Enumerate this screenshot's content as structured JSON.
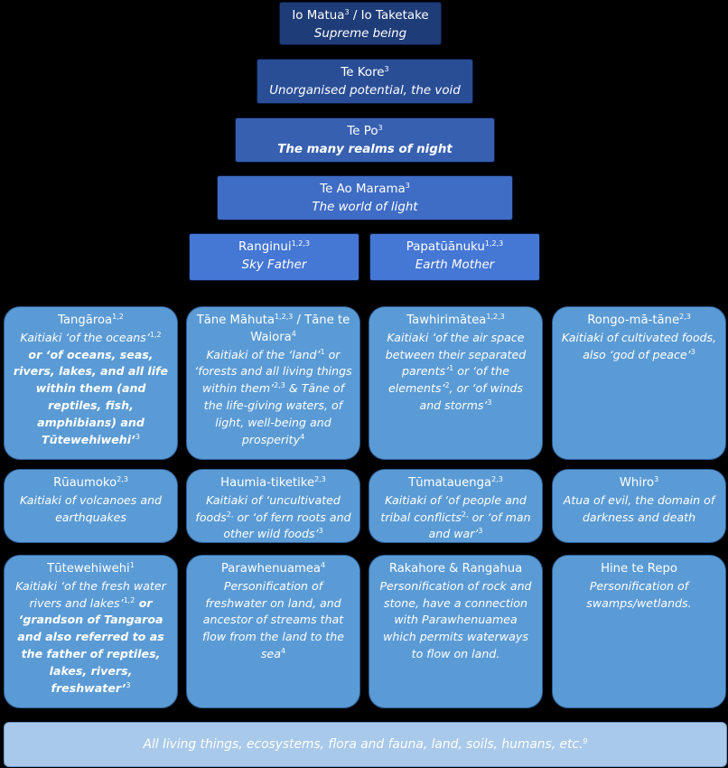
{
  "tiers": {
    "io": {
      "name": "Io Matua",
      "sup": "3",
      "name_tail": " / Io Taketake",
      "desc": "Supreme being"
    },
    "te_kore": {
      "name": "Te Kore",
      "sup": "3",
      "desc": "Unorganised potential, the void"
    },
    "te_po": {
      "name": "Te Po",
      "sup": "3",
      "desc": "The many realms of night"
    },
    "te_ao": {
      "name": "Te Ao Marama",
      "sup": "3",
      "desc": "The world of light"
    },
    "ranginui": {
      "name": "Ranginui",
      "sup": "1,2,3",
      "desc": "Sky Father"
    },
    "papatuanuku": {
      "name": "Papatūānuku",
      "sup": "1,2,3",
      "desc": "Earth Mother"
    }
  },
  "cards": {
    "tangaroa": {
      "name": "Tangāroa",
      "sup": "1,2",
      "d1": "Kaitiaki ‘of the oceans’",
      "d1_sup": "1,2",
      "d2": " or ‘of oceans, seas, rivers, lakes, and all life within them (and reptiles, fish, amphibians) and Tūtewehiwehi’",
      "d2_sup": "3"
    },
    "tane": {
      "name": "Tāne Māhuta",
      "sup": "1,2,3",
      "name2": " / Tāne te Waiora",
      "sup2": "4",
      "d1": "Kaitiaki of the ‘land’",
      "d1_sup": "1",
      "d2": " or ‘forests and all living things within them’",
      "d2_sup": "2,3",
      "d3": " & Tāne of the life-giving waters, of light, well-being and prosperity",
      "d3_sup": "4"
    },
    "tawhirimatea": {
      "name": "Tawhirimātea",
      "sup": "1,2,3",
      "d1": "Kaitiaki ‘of the air space between their separated parents’",
      "d1_sup": "1",
      "d2": " or ‘of the elements’",
      "d2_sup": "2",
      "d3": ", or ‘of winds and storms’",
      "d3_sup": "3"
    },
    "rongo": {
      "name": "Rongo-mā-tāne",
      "sup": "2,3",
      "d1": "Kaitiaki of cultivated foods, also ‘god of peace’",
      "d1_sup": "3"
    },
    "ruaumoko": {
      "name": "Rūaumoko",
      "sup": "2,3",
      "d1": "Kaitiaki of volcanoes and earthquakes"
    },
    "haumia": {
      "name": "Haumia-tiketike",
      "sup": "2,3",
      "d1": "Kaitiaki of ‘uncultivated foods",
      "d1_sup": "2,",
      "d2": " or ‘of fern roots and other wild foods’",
      "d2_sup": "3"
    },
    "tumatauenga": {
      "name": "Tūmatauenga",
      "sup": "2,3",
      "d1": "Kaitiaki of ‘of people and tribal conflicts",
      "d1_sup": "2,",
      "d2": " or ‘of man and war’",
      "d2_sup": "3"
    },
    "whiro": {
      "name": "Whiro",
      "sup": "3",
      "d1": "Atua of evil, the domain of darkness and death"
    },
    "tutewehiwehi": {
      "name": "Tūtewehiwehi",
      "sup": "1",
      "d1": "Kaitiaki ‘of the fresh water rivers and lakes’",
      "d1_sup": "1,2",
      "d2": " or ‘grandson of Tangaroa and also referred to as the father of reptiles, lakes, rivers, freshwater’",
      "d2_sup": "3"
    },
    "parawhenuamea": {
      "name": "Parawhenuamea",
      "sup": "4",
      "d1": "Personification of freshwater on land, and ancestor of streams that flow from the land to the sea",
      "d1_sup": "4"
    },
    "rakahore": {
      "name": "Rakahore & Rangahua",
      "d1": "Personification of rock and stone, have a connection with Parawhenuamea which permits waterways to flow on land."
    },
    "hine": {
      "name": "Hine te Repo",
      "d1": "Personification of swamps/wetlands."
    }
  },
  "footer": {
    "text": "All living things, ecosystems, flora and fauna, land, soils, humans, etc.",
    "sup": "9"
  }
}
